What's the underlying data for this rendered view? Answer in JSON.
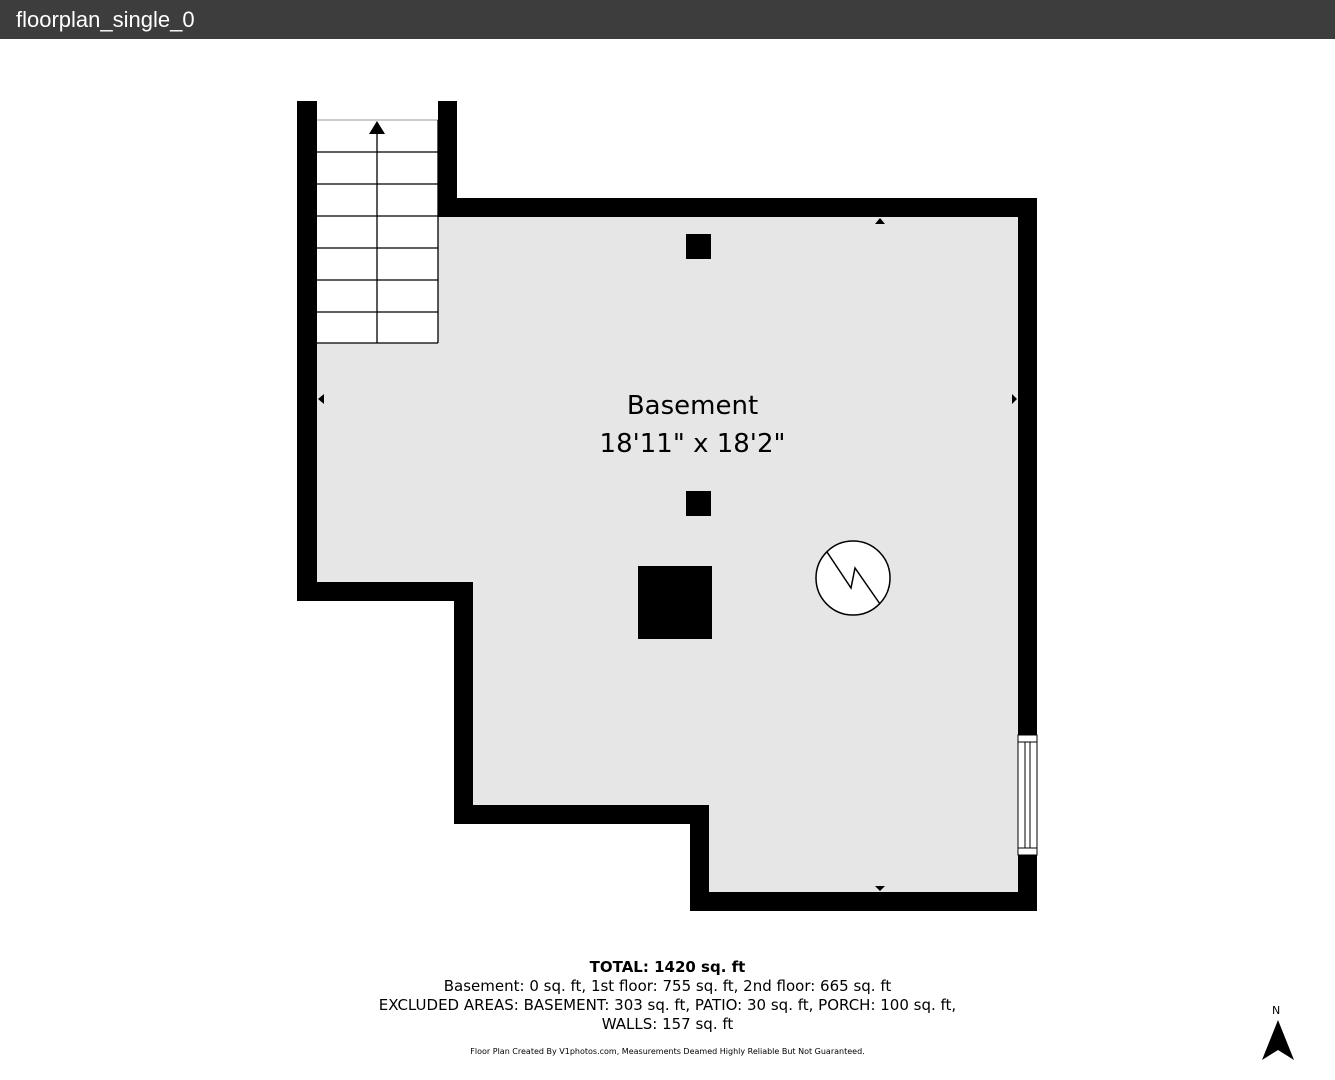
{
  "window": {
    "title": "floorplan_single_0"
  },
  "room": {
    "name": "Basement",
    "dimensions": "18'11\" x 18'2\""
  },
  "summary": {
    "total": "TOTAL: 1420 sq. ft",
    "floors": "Basement: 0 sq. ft, 1st floor: 755 sq. ft, 2nd floor: 665 sq. ft",
    "excluded_line1": "EXCLUDED AREAS: BASEMENT: 303 sq. ft, PATIO: 30 sq. ft, PORCH: 100 sq. ft,",
    "excluded_line2": "WALLS: 157 sq. ft",
    "credit": "Floor Plan Created By V1photos.com, Measurements Deamed Highly Reliable But Not Guaranteed."
  },
  "compass": {
    "label": "N"
  },
  "colors": {
    "wall": "#000000",
    "floor": "#e6e6e6",
    "titlebar": "#3d3d3d"
  }
}
